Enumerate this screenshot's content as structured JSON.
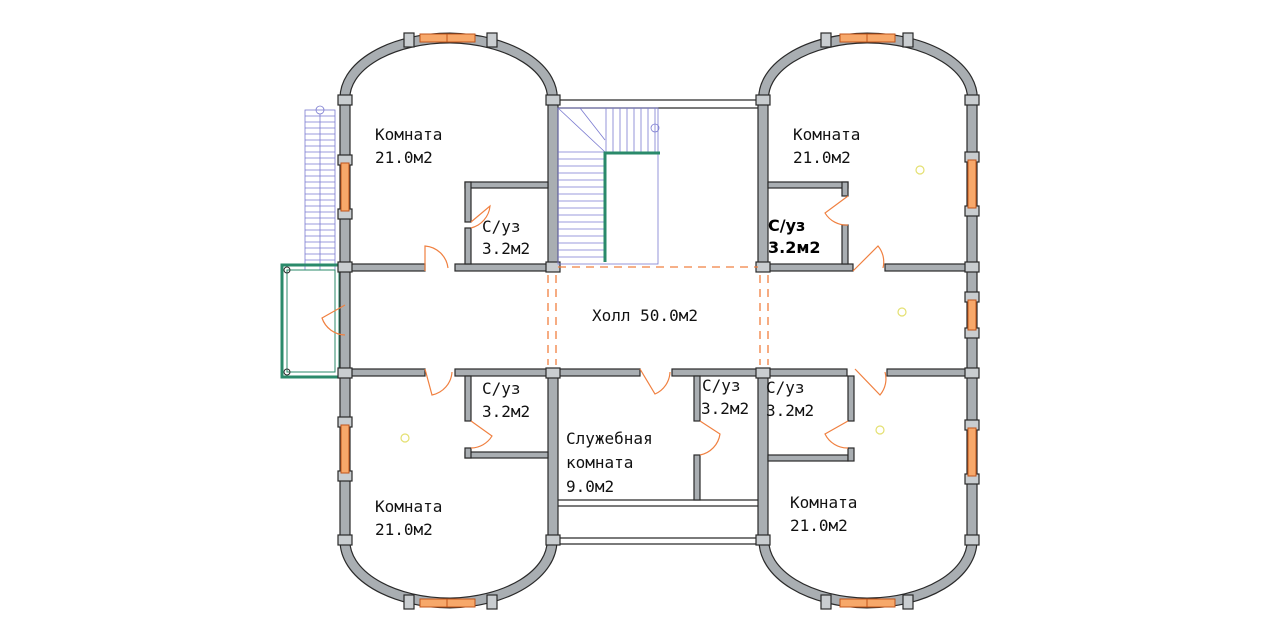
{
  "rooms": {
    "room_top_left": {
      "name": "Комната",
      "area": "21.0м2"
    },
    "room_top_right": {
      "name": "Комната",
      "area": "21.0м2"
    },
    "room_bottom_left": {
      "name": "Комната",
      "area": "21.0м2"
    },
    "room_bottom_right": {
      "name": "Комната",
      "area": "21.0м2"
    },
    "bath_top_left": {
      "name": "С/уз",
      "area": "3.2м2"
    },
    "bath_top_right": {
      "name": "С/уз",
      "area": "3.2м2"
    },
    "bath_bottom_left": {
      "name": "С/уз",
      "area": "3.2м2"
    },
    "bath_bottom_mid": {
      "name": "С/уз",
      "area": "3.2м2"
    },
    "bath_bottom_right": {
      "name": "С/уз",
      "area": "3.2м2"
    },
    "hall": {
      "label": "Холл 50.0м2"
    },
    "service": {
      "line1": "Служебная",
      "line2": "комната",
      "area": "9.0м2"
    }
  },
  "colors": {
    "wall_fill": "#a9aeb2",
    "wall_stroke": "#2a2a2a",
    "window": "#f7a86a",
    "door": "#f08040",
    "stair": "#7a7ad0",
    "balcony_rail": "#2a8a6a",
    "lamp": "#e4e070"
  }
}
